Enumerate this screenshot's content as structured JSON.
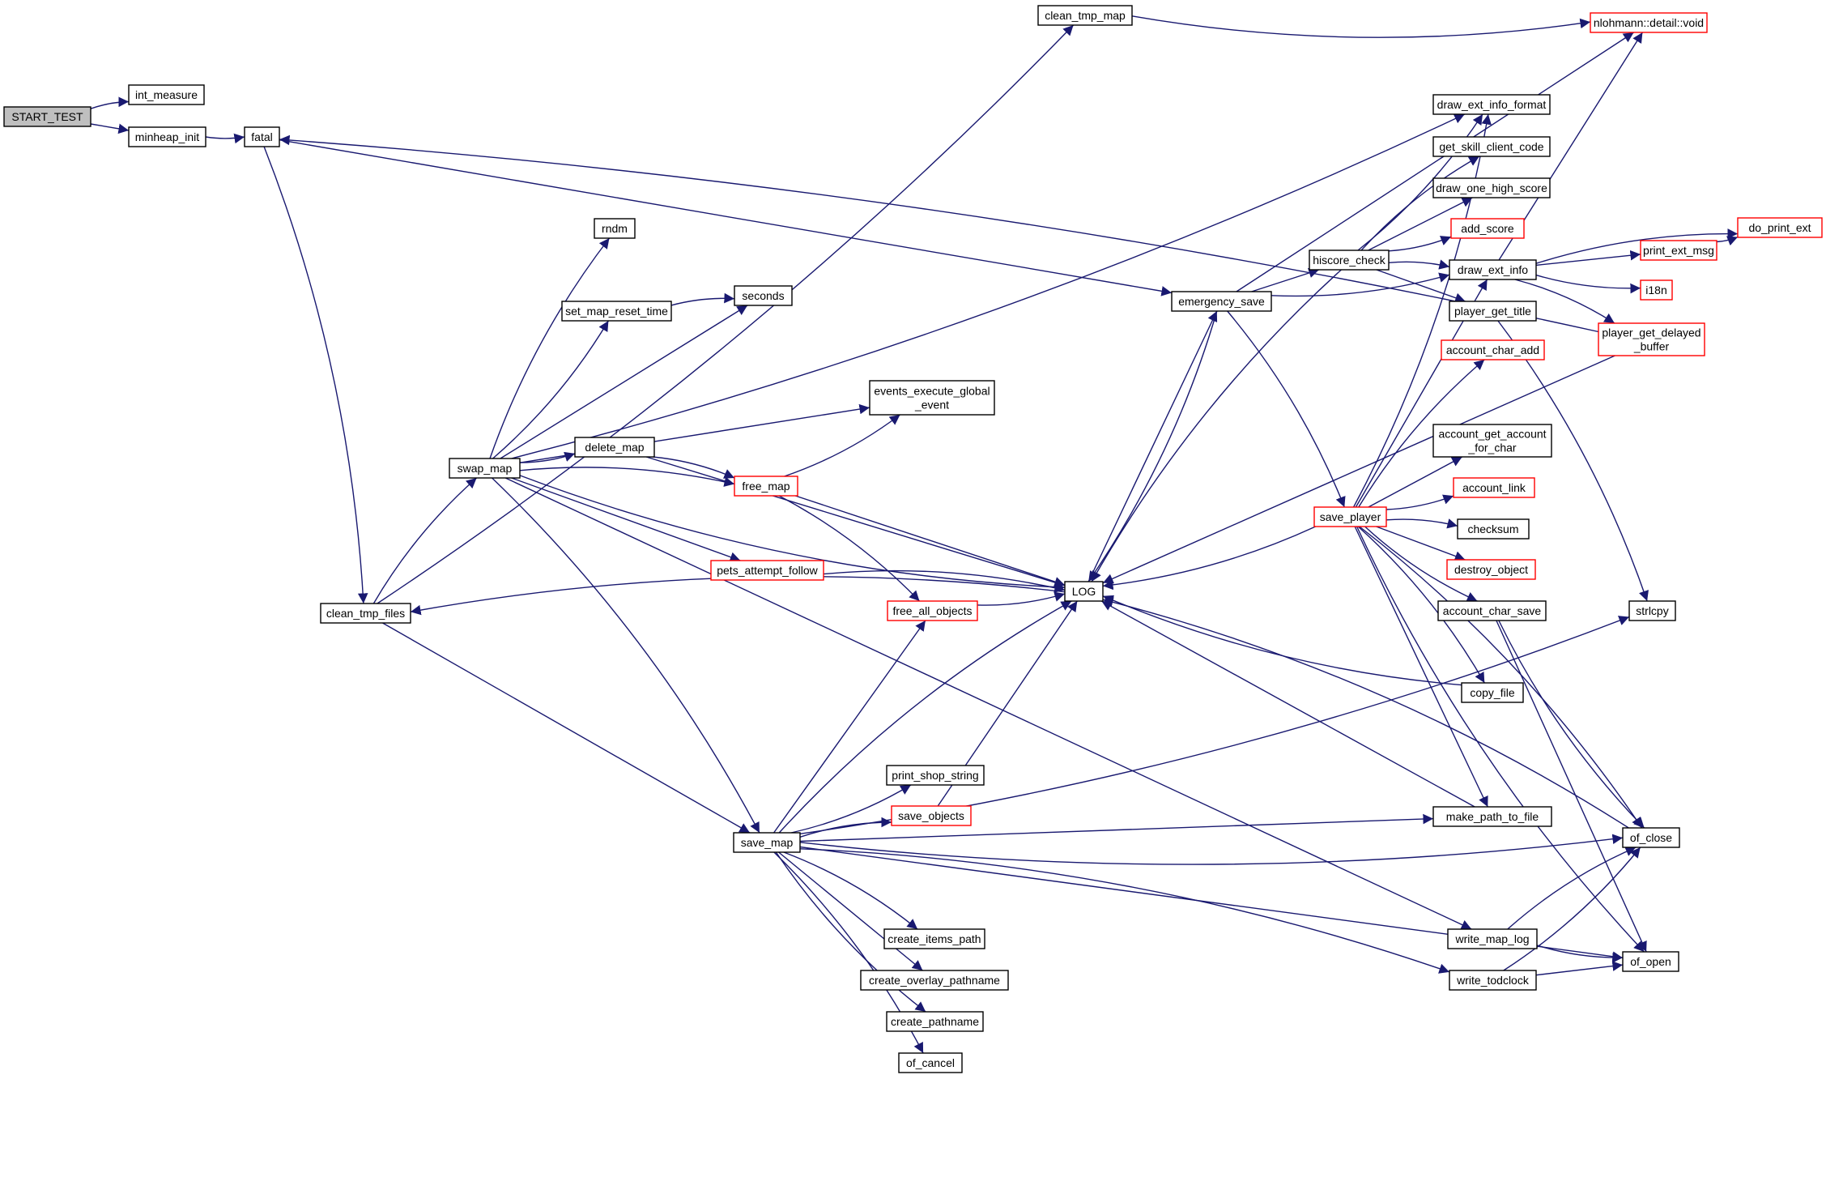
{
  "colors": {
    "edge": "#191970",
    "border_normal": "#000000",
    "border_truncated": "#ff0000",
    "root_fill": "#bfbfbf",
    "node_fill": "#ffffff"
  },
  "graph": {
    "nodes": [
      {
        "id": "START_TEST",
        "lines": [
          "START_TEST"
        ],
        "root": true
      },
      {
        "id": "int_measure",
        "lines": [
          "int_measure"
        ]
      },
      {
        "id": "minheap_init",
        "lines": [
          "minheap_init"
        ]
      },
      {
        "id": "fatal",
        "lines": [
          "fatal"
        ]
      },
      {
        "id": "clean_tmp_map",
        "lines": [
          "clean_tmp_map"
        ]
      },
      {
        "id": "nlohmann_void",
        "lines": [
          "nlohmann::detail::void"
        ],
        "truncated": true
      },
      {
        "id": "rndm",
        "lines": [
          "rndm"
        ]
      },
      {
        "id": "seconds",
        "lines": [
          "seconds"
        ]
      },
      {
        "id": "set_map_reset_time",
        "lines": [
          "set_map_reset_time"
        ]
      },
      {
        "id": "events_execute_global_event",
        "lines": [
          "events_execute_global",
          "_event"
        ]
      },
      {
        "id": "swap_map",
        "lines": [
          "swap_map"
        ]
      },
      {
        "id": "delete_map",
        "lines": [
          "delete_map"
        ]
      },
      {
        "id": "free_map",
        "lines": [
          "free_map"
        ],
        "truncated": true
      },
      {
        "id": "pets_attempt_follow",
        "lines": [
          "pets_attempt_follow"
        ],
        "truncated": true
      },
      {
        "id": "free_all_objects",
        "lines": [
          "free_all_objects"
        ],
        "truncated": true
      },
      {
        "id": "LOG",
        "lines": [
          "LOG"
        ]
      },
      {
        "id": "clean_tmp_files",
        "lines": [
          "clean_tmp_files"
        ]
      },
      {
        "id": "emergency_save",
        "lines": [
          "emergency_save"
        ]
      },
      {
        "id": "hiscore_check",
        "lines": [
          "hiscore_check"
        ]
      },
      {
        "id": "draw_ext_info_format",
        "lines": [
          "draw_ext_info_format"
        ]
      },
      {
        "id": "get_skill_client_code",
        "lines": [
          "get_skill_client_code"
        ]
      },
      {
        "id": "draw_one_high_score",
        "lines": [
          "draw_one_high_score"
        ]
      },
      {
        "id": "add_score",
        "lines": [
          "add_score"
        ],
        "truncated": true
      },
      {
        "id": "draw_ext_info",
        "lines": [
          "draw_ext_info"
        ]
      },
      {
        "id": "player_get_title",
        "lines": [
          "player_get_title"
        ]
      },
      {
        "id": "do_print_ext",
        "lines": [
          "do_print_ext"
        ],
        "truncated": true
      },
      {
        "id": "print_ext_msg",
        "lines": [
          "print_ext_msg"
        ],
        "truncated": true
      },
      {
        "id": "i18n",
        "lines": [
          "i18n"
        ],
        "truncated": true
      },
      {
        "id": "player_get_delayed_buffer",
        "lines": [
          "player_get_delayed",
          "_buffer"
        ],
        "truncated": true
      },
      {
        "id": "account_char_add",
        "lines": [
          "account_char_add"
        ],
        "truncated": true
      },
      {
        "id": "account_get_account_for_char",
        "lines": [
          "account_get_account",
          "_for_char"
        ]
      },
      {
        "id": "account_link",
        "lines": [
          "account_link"
        ],
        "truncated": true
      },
      {
        "id": "save_player",
        "lines": [
          "save_player"
        ],
        "truncated": true
      },
      {
        "id": "checksum",
        "lines": [
          "checksum"
        ]
      },
      {
        "id": "destroy_object",
        "lines": [
          "destroy_object"
        ],
        "truncated": true
      },
      {
        "id": "account_char_save",
        "lines": [
          "account_char_save"
        ]
      },
      {
        "id": "strlcpy",
        "lines": [
          "strlcpy"
        ]
      },
      {
        "id": "copy_file",
        "lines": [
          "copy_file"
        ]
      },
      {
        "id": "print_shop_string",
        "lines": [
          "print_shop_string"
        ]
      },
      {
        "id": "save_objects",
        "lines": [
          "save_objects"
        ],
        "truncated": true
      },
      {
        "id": "save_map",
        "lines": [
          "save_map"
        ]
      },
      {
        "id": "make_path_to_file",
        "lines": [
          "make_path_to_file"
        ]
      },
      {
        "id": "of_close",
        "lines": [
          "of_close"
        ]
      },
      {
        "id": "create_items_path",
        "lines": [
          "create_items_path"
        ]
      },
      {
        "id": "write_map_log",
        "lines": [
          "write_map_log"
        ]
      },
      {
        "id": "of_open",
        "lines": [
          "of_open"
        ]
      },
      {
        "id": "create_overlay_pathname",
        "lines": [
          "create_overlay_pathname"
        ]
      },
      {
        "id": "write_todclock",
        "lines": [
          "write_todclock"
        ]
      },
      {
        "id": "create_pathname",
        "lines": [
          "create_pathname"
        ]
      },
      {
        "id": "of_cancel",
        "lines": [
          "of_cancel"
        ]
      }
    ],
    "edges": [
      [
        "START_TEST",
        "int_measure"
      ],
      [
        "START_TEST",
        "minheap_init"
      ],
      [
        "minheap_init",
        "fatal"
      ],
      [
        "fatal",
        "clean_tmp_files"
      ],
      [
        "fatal",
        "emergency_save"
      ],
      [
        "clean_tmp_files",
        "clean_tmp_map"
      ],
      [
        "clean_tmp_files",
        "swap_map"
      ],
      [
        "clean_tmp_files",
        "save_map"
      ],
      [
        "clean_tmp_map",
        "nlohmann_void"
      ],
      [
        "swap_map",
        "rndm"
      ],
      [
        "swap_map",
        "seconds"
      ],
      [
        "swap_map",
        "set_map_reset_time"
      ],
      [
        "set_map_reset_time",
        "seconds"
      ],
      [
        "swap_map",
        "events_execute_global_event"
      ],
      [
        "swap_map",
        "delete_map"
      ],
      [
        "swap_map",
        "free_map"
      ],
      [
        "swap_map",
        "pets_attempt_follow"
      ],
      [
        "swap_map",
        "LOG"
      ],
      [
        "swap_map",
        "save_map"
      ],
      [
        "swap_map",
        "write_map_log"
      ],
      [
        "swap_map",
        "draw_ext_info_format"
      ],
      [
        "delete_map",
        "free_map"
      ],
      [
        "delete_map",
        "LOG"
      ],
      [
        "free_map",
        "events_execute_global_event"
      ],
      [
        "free_map",
        "free_all_objects"
      ],
      [
        "free_map",
        "LOG"
      ],
      [
        "free_all_objects",
        "LOG"
      ],
      [
        "pets_attempt_follow",
        "LOG"
      ],
      [
        "LOG",
        "emergency_save"
      ],
      [
        "LOG",
        "clean_tmp_files"
      ],
      [
        "emergency_save",
        "LOG"
      ],
      [
        "emergency_save",
        "hiscore_check"
      ],
      [
        "emergency_save",
        "draw_ext_info"
      ],
      [
        "emergency_save",
        "save_player"
      ],
      [
        "emergency_save",
        "nlohmann_void"
      ],
      [
        "hiscore_check",
        "draw_ext_info_format"
      ],
      [
        "hiscore_check",
        "get_skill_client_code"
      ],
      [
        "hiscore_check",
        "draw_one_high_score"
      ],
      [
        "hiscore_check",
        "add_score"
      ],
      [
        "hiscore_check",
        "draw_ext_info"
      ],
      [
        "hiscore_check",
        "player_get_title"
      ],
      [
        "hiscore_check",
        "LOG"
      ],
      [
        "draw_ext_info",
        "do_print_ext"
      ],
      [
        "draw_ext_info",
        "print_ext_msg"
      ],
      [
        "draw_ext_info",
        "i18n"
      ],
      [
        "draw_ext_info",
        "player_get_delayed_buffer"
      ],
      [
        "draw_ext_info",
        "nlohmann_void"
      ],
      [
        "print_ext_msg",
        "do_print_ext"
      ],
      [
        "player_get_title",
        "strlcpy"
      ],
      [
        "player_get_delayed_buffer",
        "LOG"
      ],
      [
        "player_get_delayed_buffer",
        "fatal"
      ],
      [
        "save_player",
        "LOG"
      ],
      [
        "save_player",
        "draw_ext_info"
      ],
      [
        "save_player",
        "draw_ext_info_format"
      ],
      [
        "save_player",
        "account_char_add"
      ],
      [
        "save_player",
        "account_get_account_for_char"
      ],
      [
        "save_player",
        "account_link"
      ],
      [
        "save_player",
        "checksum"
      ],
      [
        "save_player",
        "destroy_object"
      ],
      [
        "save_player",
        "account_char_save"
      ],
      [
        "save_player",
        "copy_file"
      ],
      [
        "save_player",
        "make_path_to_file"
      ],
      [
        "save_player",
        "of_open"
      ],
      [
        "save_player",
        "of_close"
      ],
      [
        "account_char_save",
        "of_open"
      ],
      [
        "account_char_save",
        "of_close"
      ],
      [
        "copy_file",
        "LOG"
      ],
      [
        "make_path_to_file",
        "LOG"
      ],
      [
        "of_close",
        "LOG"
      ],
      [
        "save_map",
        "LOG"
      ],
      [
        "save_map",
        "free_all_objects"
      ],
      [
        "save_map",
        "print_shop_string"
      ],
      [
        "save_map",
        "save_objects"
      ],
      [
        "save_map",
        "make_path_to_file"
      ],
      [
        "save_map",
        "of_close"
      ],
      [
        "save_map",
        "create_items_path"
      ],
      [
        "save_map",
        "create_overlay_pathname"
      ],
      [
        "save_map",
        "create_pathname"
      ],
      [
        "save_map",
        "of_cancel"
      ],
      [
        "save_map",
        "of_open"
      ],
      [
        "save_map",
        "strlcpy"
      ],
      [
        "save_map",
        "write_todclock"
      ],
      [
        "save_objects",
        "LOG"
      ],
      [
        "write_map_log",
        "of_open"
      ],
      [
        "write_map_log",
        "of_close"
      ],
      [
        "write_todclock",
        "of_open"
      ],
      [
        "write_todclock",
        "of_close"
      ]
    ]
  }
}
